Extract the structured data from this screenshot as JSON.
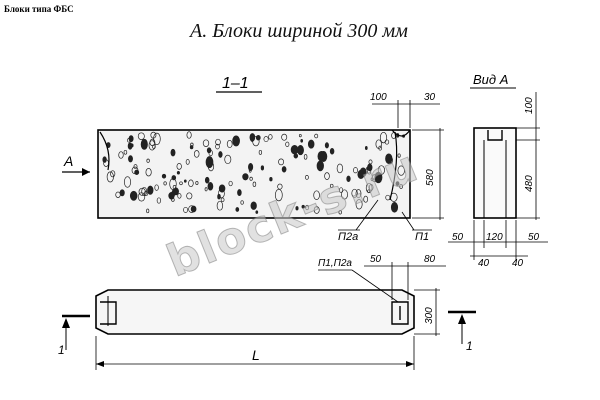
{
  "header": {
    "title": "Блоки типа ФБС"
  },
  "drawing": {
    "title": "А. Блоки шириной 300 мм",
    "section_label": "1–1",
    "view_label": "Вид А",
    "arrow_a": "А",
    "cut_marks": [
      "1",
      "1"
    ],
    "callouts": {
      "p2a": "П2а",
      "p1": "П1",
      "p1p2a": "П1,П2а"
    },
    "length_symbol": "L",
    "dims": {
      "top_100": "100",
      "top_30": "30",
      "height_580": "580",
      "view_100": "100",
      "view_480": "480",
      "view_bottom": [
        "50",
        "120",
        "50"
      ],
      "view_bottom2": [
        "40",
        "40"
      ],
      "lower_50": "50",
      "lower_80": "80",
      "lower_300": "300"
    },
    "watermark": "block-s.ru"
  },
  "colors": {
    "ink": "#000000",
    "fill": "#f4f4f4"
  }
}
